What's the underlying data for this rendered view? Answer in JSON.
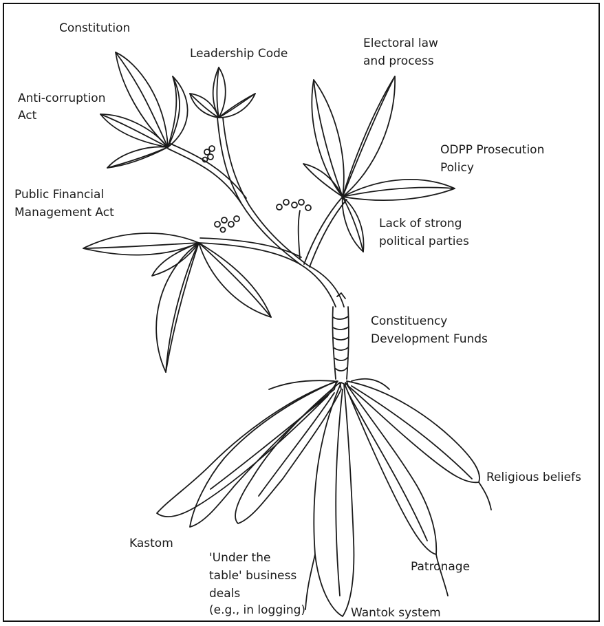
{
  "labels": {
    "constitution": "Constitution",
    "leadership_code": "Leadership Code",
    "electoral_line1": "Electoral law",
    "electoral_line2": "and process",
    "anticorruption_line1": "Anti-corruption",
    "anticorruption_line2": "Act",
    "odpp_line1": "ODPP Prosecution",
    "odpp_line2": "Policy",
    "pfm_line1": "Public Financial",
    "pfm_line2": "Management Act",
    "parties_line1": "Lack of strong",
    "parties_line2": "political parties",
    "cdf_line1": "Constituency",
    "cdf_line2": "Development Funds",
    "religious": "Religious beliefs",
    "kastom": "Kastom",
    "under_line1": "'Under the",
    "under_line2": "table' business",
    "under_line3": "deals",
    "under_line4": "(e.g., in logging)",
    "patronage": "Patronage",
    "wantok": "Wantok system"
  }
}
